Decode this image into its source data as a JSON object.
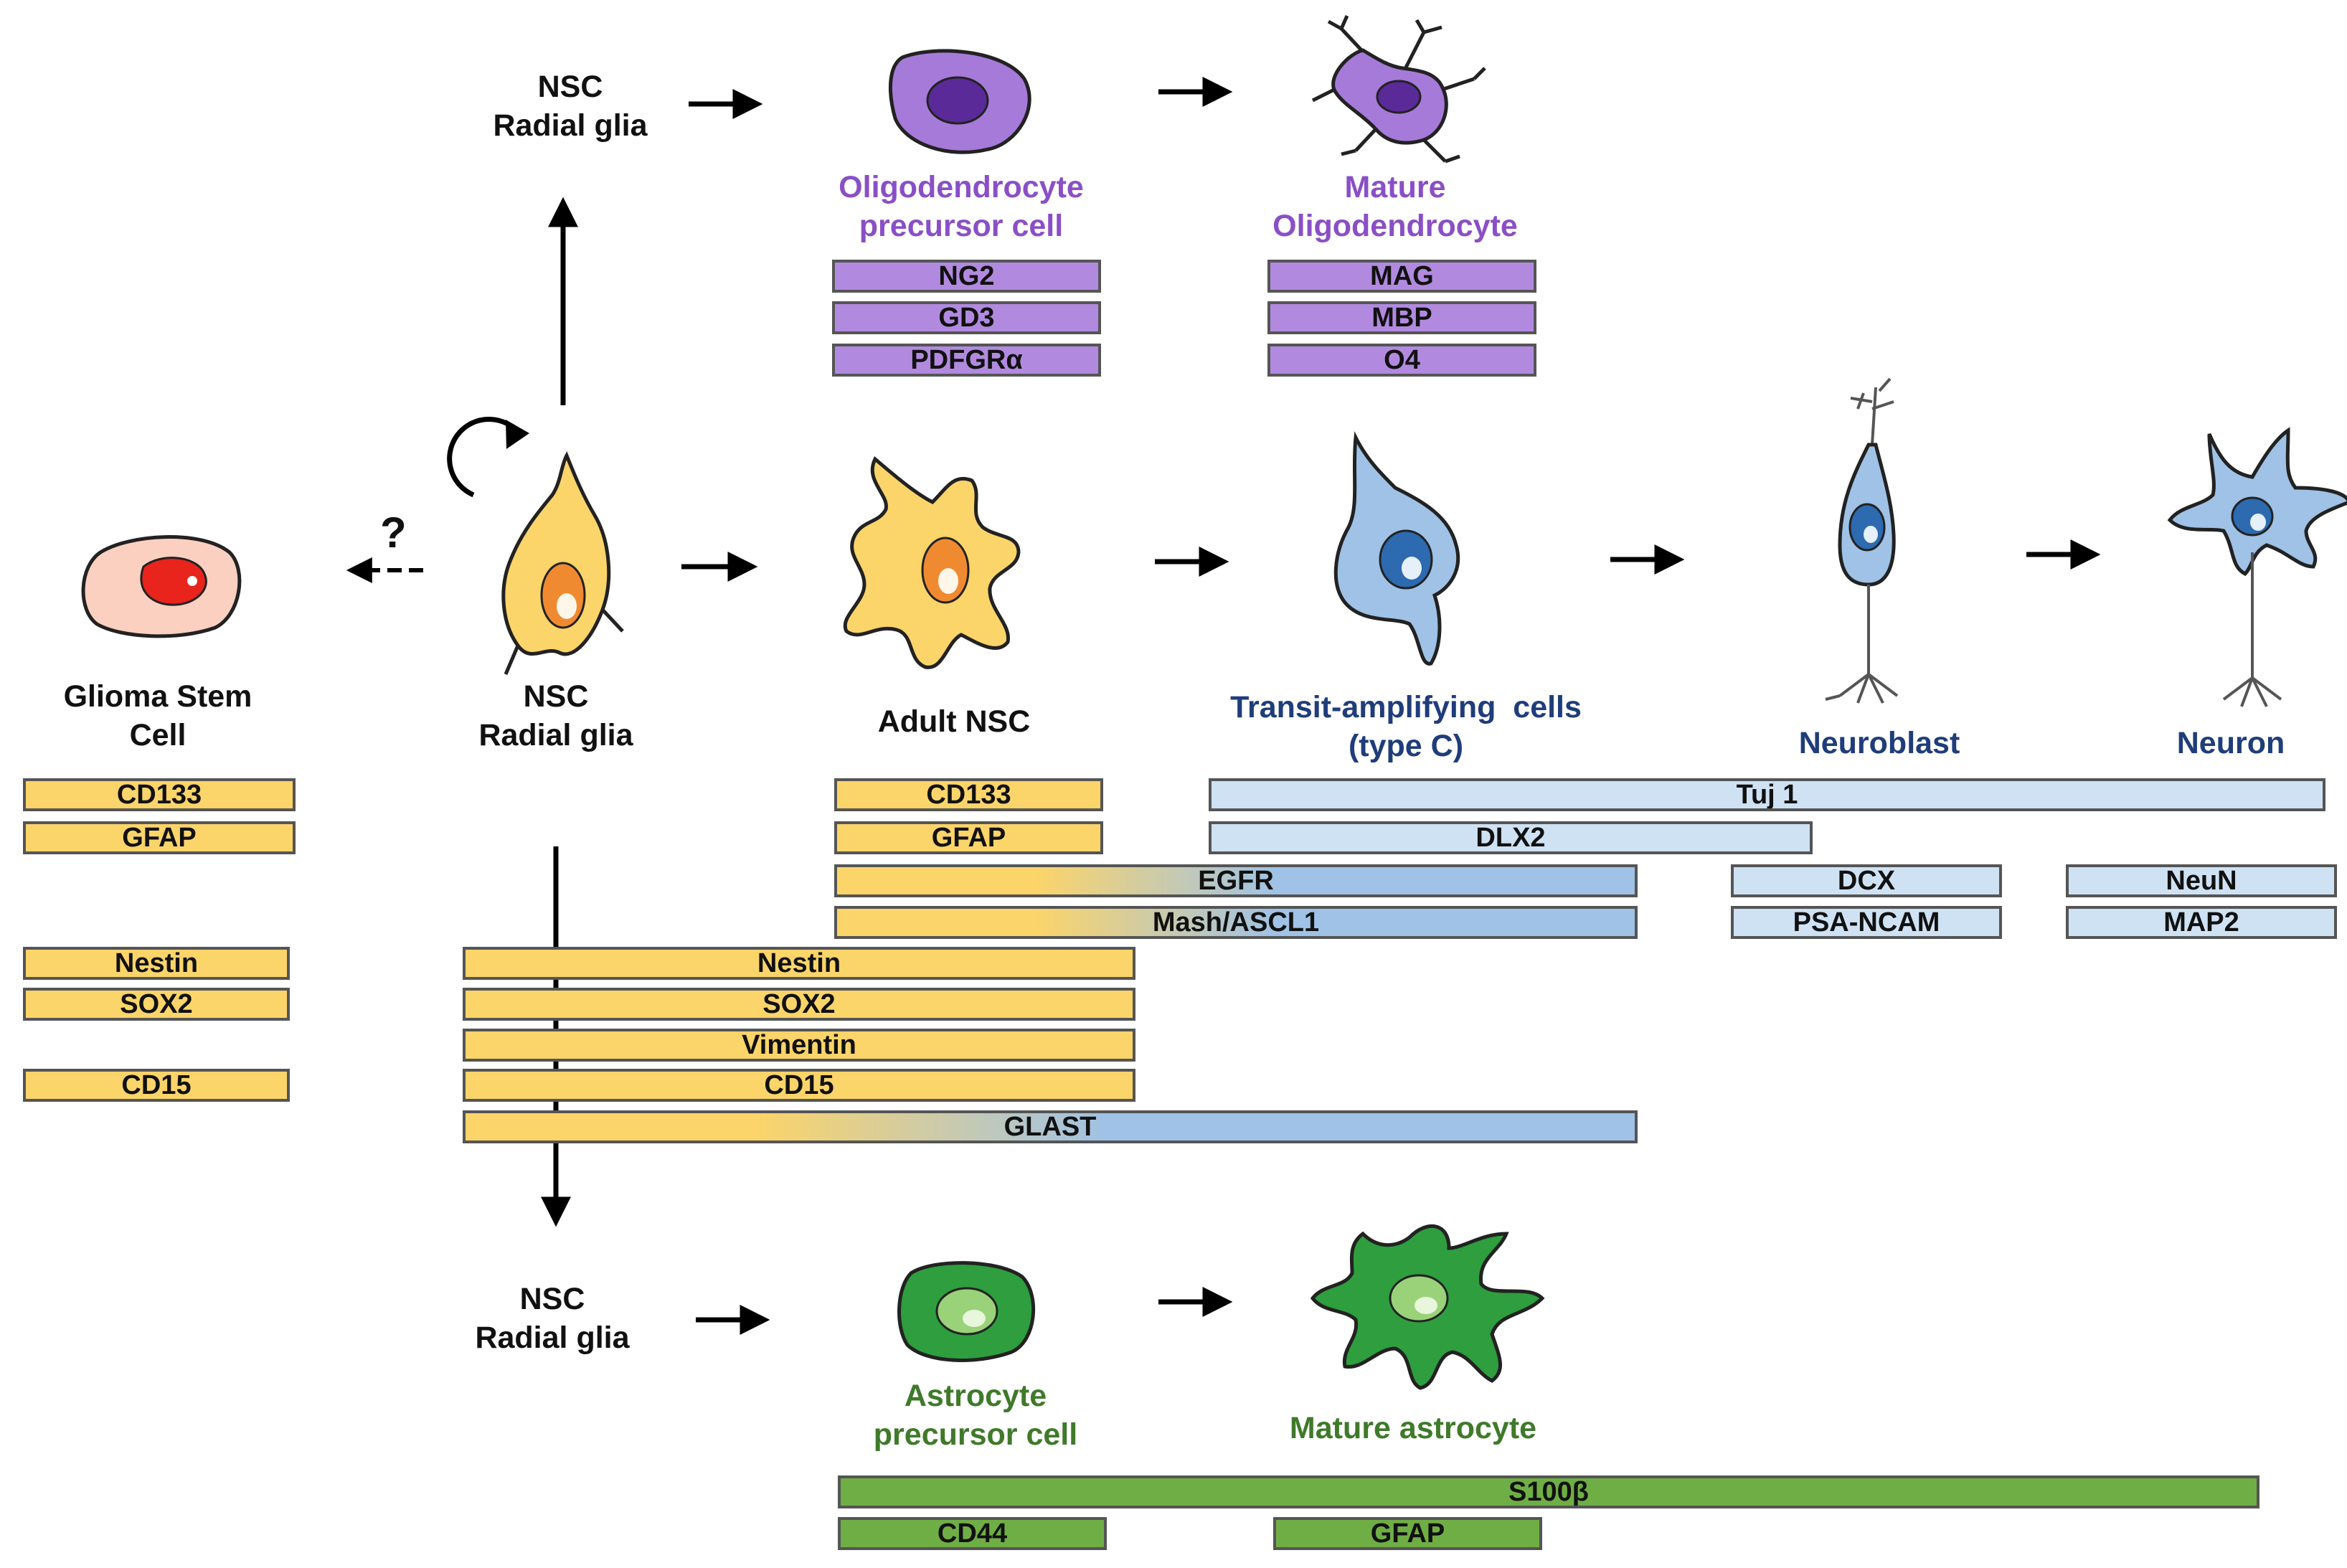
{
  "labels": {
    "nsc_radial_glia_top": [
      "NSC",
      "Radial glia"
    ],
    "opc": [
      "Oligodendrocyte",
      "precursor cell"
    ],
    "mature_oligo": [
      "Mature",
      "Oligodendrocyte"
    ],
    "glioma": [
      "Glioma Stem",
      "Cell"
    ],
    "nsc_radial_glia_mid": [
      "NSC",
      "Radial glia"
    ],
    "adult_nsc": [
      "Adult NSC"
    ],
    "transit": [
      "Transit-amplifying  cells",
      "(type C)"
    ],
    "neuroblast": [
      "Neuroblast"
    ],
    "neuron": [
      "Neuron"
    ],
    "nsc_radial_glia_bottom": [
      "NSC",
      "Radial glia"
    ],
    "astro_precursor": [
      "Astrocyte",
      "precursor cell"
    ],
    "mature_astro": [
      "Mature astrocyte"
    ]
  },
  "question_mark": "?",
  "markers": {
    "opc": [
      "NG2",
      "GD3",
      "PDFGRα"
    ],
    "mature_oligo": [
      "MAG",
      "MBP",
      "O4"
    ],
    "glioma": [
      "CD133",
      "GFAP",
      "Nestin",
      "SOX2",
      "CD15"
    ],
    "adult_nsc": [
      "CD133",
      "GFAP"
    ],
    "shared_adult_transit": [
      "EGFR",
      "Mash/ASCL1"
    ],
    "neural_lineage": [
      "Tuj 1",
      "DLX2"
    ],
    "neuroblast": [
      "DCX",
      "PSA-NCAM"
    ],
    "neuron": [
      "NeuN",
      "MAP2"
    ],
    "radial_glia": [
      "Nestin",
      "SOX2",
      "Vimentin",
      "CD15",
      "GLAST"
    ],
    "astrocyte_lineage": [
      "S100β"
    ],
    "astro_precursor": [
      "CD44"
    ],
    "mature_astro": [
      "GFAP"
    ]
  },
  "colors": {
    "stem_yellow": "#fbd46a",
    "oligo_purple": "#b18ae0",
    "neuron_blue": "#cfe2f4",
    "astro_green": "#6fae45",
    "glioma_red": "#e8241c"
  }
}
